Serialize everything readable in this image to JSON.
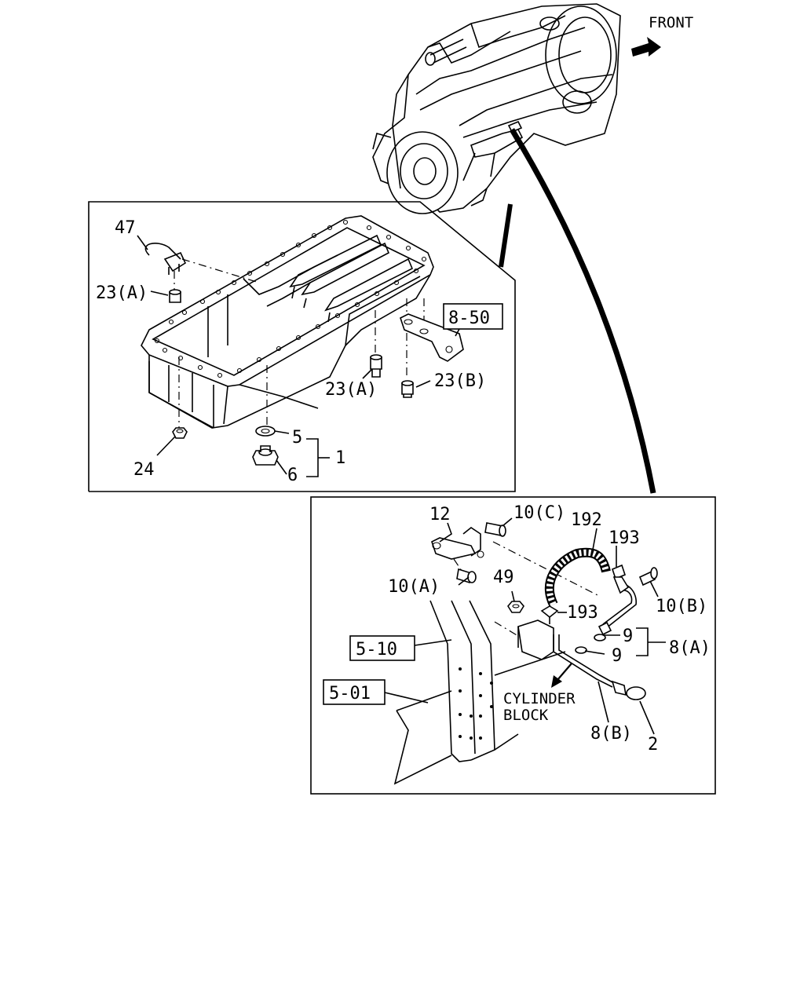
{
  "front_label": "FRONT",
  "callouts": {
    "c47": "47",
    "c23a_top": "23(A)",
    "c23a_mid": "23(A)",
    "c23b": "23(B)",
    "c5": "5",
    "c1": "1",
    "c6": "6",
    "c24": "24",
    "c12": "12",
    "c10c": "10(C)",
    "c192": "192",
    "c193_top": "193",
    "c193_mid": "193",
    "c10a": "10(A)",
    "c49": "49",
    "c10b": "10(B)",
    "c9_top": "9",
    "c9_bot": "9",
    "c8a": "8(A)",
    "c8b": "8(B)",
    "c2": "2"
  },
  "references": {
    "r850": "8-50",
    "r510": "5-10",
    "r501": "5-01"
  },
  "cylinder_block": {
    "line1": "CYLINDER",
    "line2": "BLOCK"
  }
}
